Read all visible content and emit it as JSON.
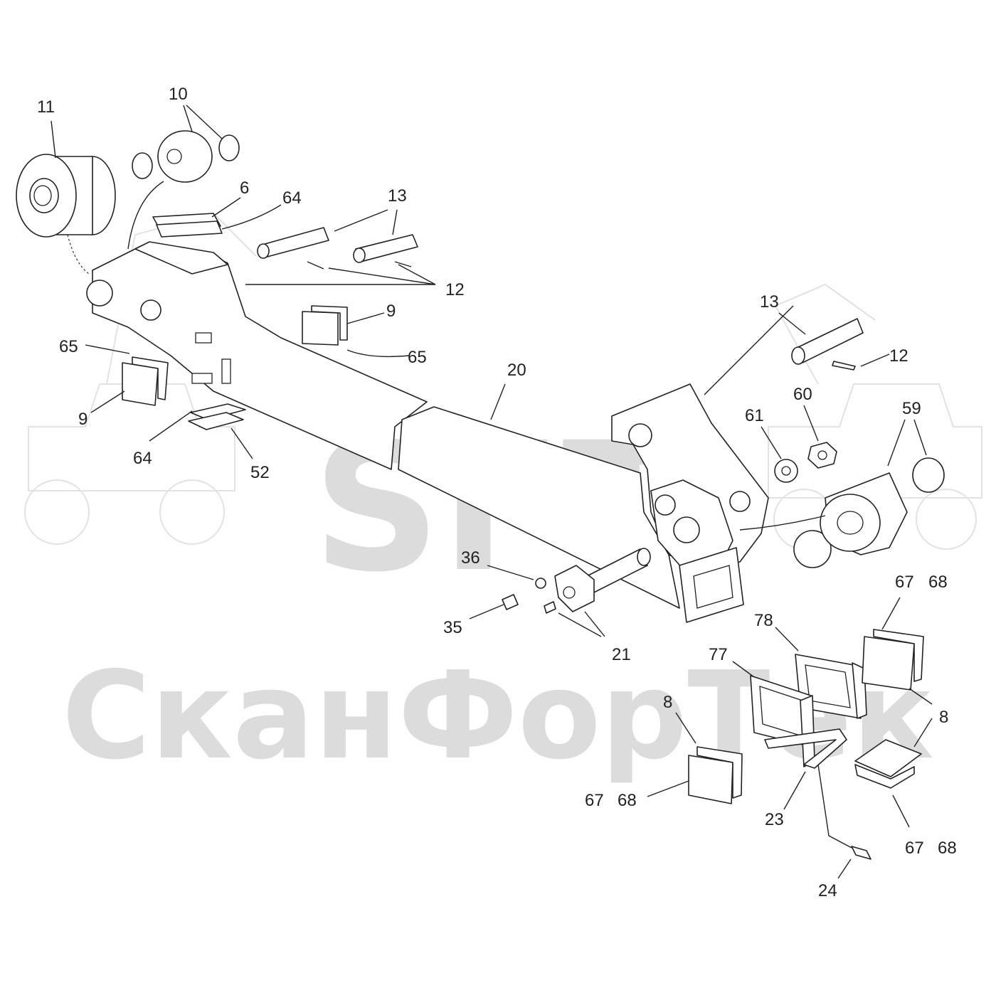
{
  "watermark": {
    "logo": "SFT",
    "brand": "СканФорТек"
  },
  "callouts": [
    {
      "id": "c11",
      "label": "11"
    },
    {
      "id": "c10",
      "label": "10"
    },
    {
      "id": "c6",
      "label": "6"
    },
    {
      "id": "c64a",
      "label": "64"
    },
    {
      "id": "c13a",
      "label": "13"
    },
    {
      "id": "c12a",
      "label": "12"
    },
    {
      "id": "c9a",
      "label": "9"
    },
    {
      "id": "c65a",
      "label": "65"
    },
    {
      "id": "c65b",
      "label": "65"
    },
    {
      "id": "c9b",
      "label": "9"
    },
    {
      "id": "c64b",
      "label": "64"
    },
    {
      "id": "c52",
      "label": "52"
    },
    {
      "id": "c20",
      "label": "20"
    },
    {
      "id": "c13b",
      "label": "13"
    },
    {
      "id": "c12b",
      "label": "12"
    },
    {
      "id": "c60",
      "label": "60"
    },
    {
      "id": "c61",
      "label": "61"
    },
    {
      "id": "c59",
      "label": "59"
    },
    {
      "id": "c36",
      "label": "36"
    },
    {
      "id": "c35",
      "label": "35"
    },
    {
      "id": "c21",
      "label": "21"
    },
    {
      "id": "c67a",
      "label": "67"
    },
    {
      "id": "c68a",
      "label": "68"
    },
    {
      "id": "c78",
      "label": "78"
    },
    {
      "id": "c77",
      "label": "77"
    },
    {
      "id": "c8a",
      "label": "8"
    },
    {
      "id": "c8b",
      "label": "8"
    },
    {
      "id": "c67b",
      "label": "67"
    },
    {
      "id": "c68b",
      "label": "68"
    },
    {
      "id": "c23",
      "label": "23"
    },
    {
      "id": "c67c",
      "label": "67"
    },
    {
      "id": "c68c",
      "label": "68"
    },
    {
      "id": "c24",
      "label": "24"
    }
  ]
}
